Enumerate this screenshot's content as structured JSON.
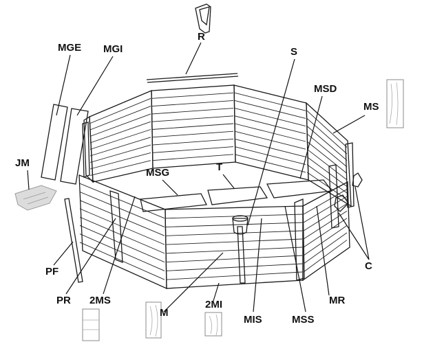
{
  "colors": {
    "line": "#1a1a1a",
    "wood_light": "#ffffff",
    "wood_shade": "#e9e9e9",
    "coping_gray": "#8c8c8c",
    "post_gray": "#a3a3a3",
    "liner_gray": "#dcdcdc",
    "sample_gray": "#cfcfcf"
  },
  "labels": {
    "r": "R",
    "mge": "MGE",
    "mgi": "MGI",
    "s": "S",
    "msd": "MSD",
    "ms": "MS",
    "jm": "JM",
    "msg": "MSG",
    "t": "T",
    "pf": "PF",
    "pr": "PR",
    "2ms": "2MS",
    "m": "M",
    "2mi": "2MI",
    "mis": "MIS",
    "mss": "MSS",
    "mr": "MR",
    "c": "C"
  },
  "icons": {
    "bracket_r": "corner-bracket-icon",
    "bracket_c": "small-bracket-icon",
    "plank_ms": "plank-section-ms-icon",
    "plank_2ms": "plank-section-2ms-icon",
    "plank_m": "plank-section-m-icon",
    "plank_2mi": "plank-section-2mi-icon",
    "liner_jm": "liner-sheet-icon",
    "skimmer_s": "skimmer-icon"
  }
}
